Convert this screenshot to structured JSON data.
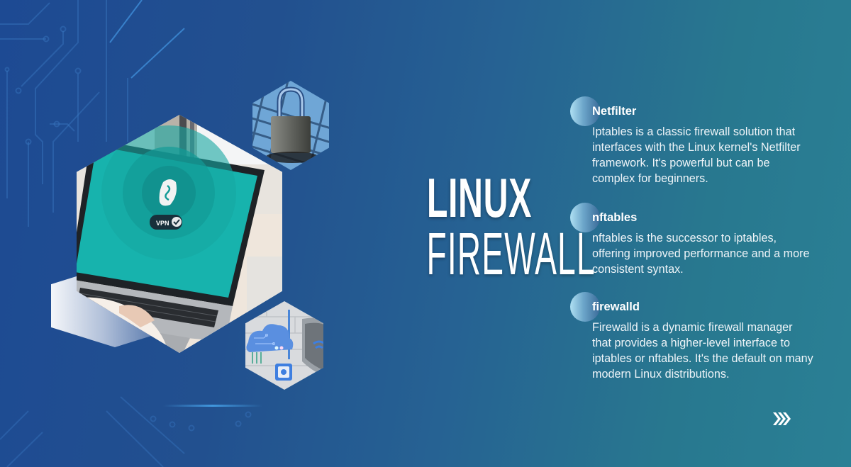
{
  "title": {
    "line1": "LINUX",
    "line2": "FIREWALL"
  },
  "features": [
    {
      "heading": "Netfilter",
      "body": "Iptables is a classic firewall solution that interfaces with the Linux kernel's Netfilter framework. It's powerful but can be complex for beginners."
    },
    {
      "heading": "nftables",
      "body": "nftables is the successor to iptables, offering improved performance and a more consistent syntax."
    },
    {
      "heading": "firewalld",
      "body": "Firewalld is a dynamic firewall manager that provides a higher-level interface to iptables or nftables. It's the default on many modern Linux distributions."
    }
  ],
  "images": {
    "laptop": {
      "screen_badge": "VPN",
      "icon": "shield-s-logo-icon"
    },
    "lock": {
      "icon": "padlock-icon"
    },
    "cloud": {
      "icon": "cloud-network-icon"
    }
  },
  "navigation": {
    "next_icon": "triple-chevron-right-icon"
  },
  "colors": {
    "bg_left": "#1d4a93",
    "bg_right": "#2a8095",
    "text": "#ffffff",
    "screen_teal": "#17b3ad",
    "bullet_light": "#b6e6f8"
  }
}
